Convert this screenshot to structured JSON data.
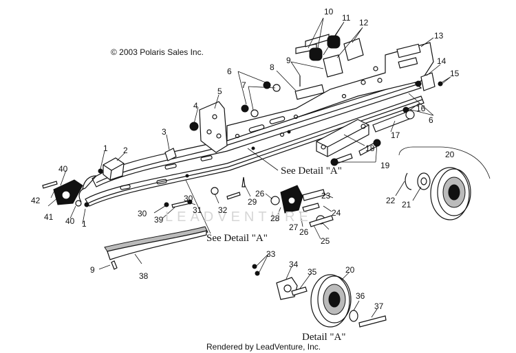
{
  "header": {
    "copyright": "© 2003 Polaris Sales Inc."
  },
  "footer": {
    "rendered_by": "Rendered by LeadVenture, Inc."
  },
  "watermark": {
    "text": "LEADVENTURE"
  },
  "callouts": {
    "see_detail_a_upper": "See Detail \"A\"",
    "see_detail_a_lower": "See Detail \"A\"",
    "detail_a_title": "Detail \"A\""
  },
  "part_numbers": {
    "p1a": "1",
    "p1b": "1",
    "p2": "2",
    "p3": "3",
    "p4": "4",
    "p5": "5",
    "p6a": "6",
    "p6b": "6",
    "p7": "7",
    "p8": "8",
    "p9a": "9",
    "p9b": "9",
    "p10": "10",
    "p11": "11",
    "p12": "12",
    "p13": "13",
    "p14": "14",
    "p15": "15",
    "p16": "16",
    "p17": "17",
    "p18": "18",
    "p19": "19",
    "p20a": "20",
    "p20b": "20",
    "p21": "21",
    "p22": "22",
    "p23": "23",
    "p24": "24",
    "p25": "25",
    "p26a": "26",
    "p26b": "26",
    "p27": "27",
    "p28": "28",
    "p29": "29",
    "p30a": "30",
    "p30b": "30",
    "p31": "31",
    "p32": "32",
    "p33": "33",
    "p34": "34",
    "p35": "35",
    "p36": "36",
    "p37": "37",
    "p38": "38",
    "p39": "39",
    "p40a": "40",
    "p40b": "40",
    "p41": "41",
    "p42": "42"
  }
}
